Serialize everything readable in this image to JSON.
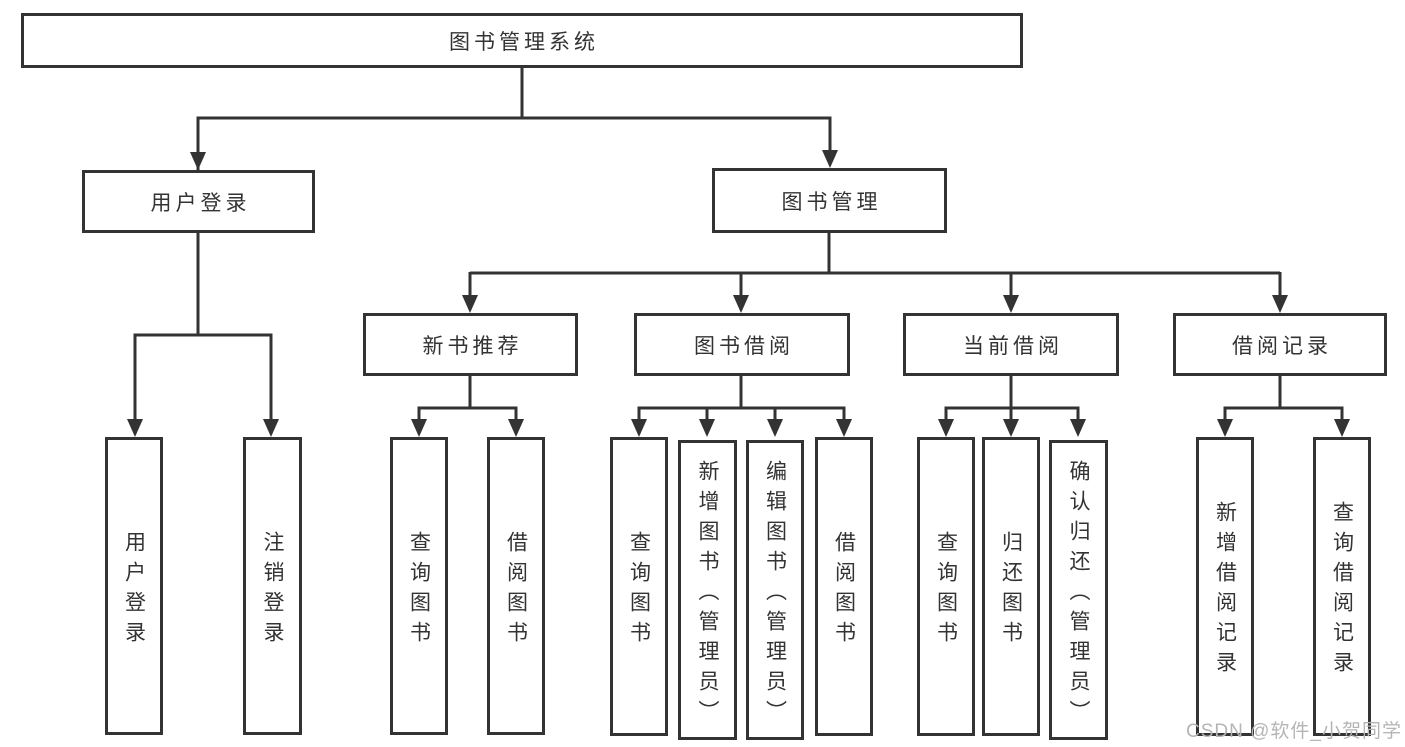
{
  "tree": {
    "root": "图书管理系统",
    "level2": [
      {
        "label": "用户登录"
      },
      {
        "label": "图书管理"
      }
    ],
    "level3": [
      {
        "label": "新书推荐"
      },
      {
        "label": "图书借阅"
      },
      {
        "label": "当前借阅"
      },
      {
        "label": "借阅记录"
      }
    ],
    "leaves": {
      "user_login": [
        "用户登录",
        "注销登录"
      ],
      "new_book_recommend": [
        "查询图书",
        "借阅图书"
      ],
      "book_borrow": [
        "查询图书",
        "新增图书（管理员）",
        "编辑图书（管理员）",
        "借阅图书"
      ],
      "current_borrow": [
        "查询图书",
        "归还图书",
        "确认归还（管理员）"
      ],
      "borrow_records": [
        "新增借阅记录",
        "查询借阅记录"
      ]
    }
  },
  "watermark": "CSDN @软件_小贺同学",
  "colors": {
    "line": "#333333",
    "text": "#333333",
    "watermark": "#b5b5b5",
    "background": "#ffffff"
  }
}
